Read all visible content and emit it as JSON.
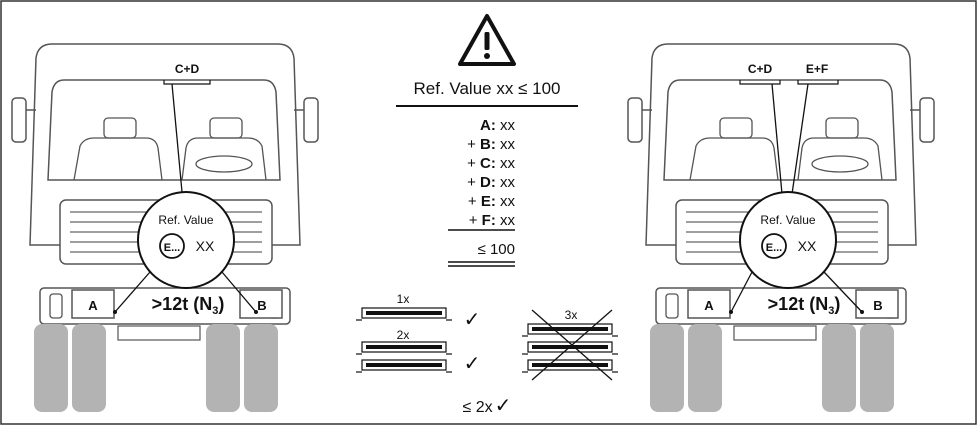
{
  "warning_icon": "warning-triangle-icon",
  "ref_heading": {
    "label": "Ref. Value xx",
    "condition": "≤ 100"
  },
  "sum_lines": [
    {
      "prefix": "",
      "key": "A:",
      "val": "xx"
    },
    {
      "prefix": "+",
      "key": "B:",
      "val": "xx"
    },
    {
      "prefix": "+",
      "key": "C:",
      "val": "xx"
    },
    {
      "prefix": "+",
      "key": "D:",
      "val": "xx"
    },
    {
      "prefix": "+",
      "key": "E:",
      "val": "xx"
    },
    {
      "prefix": "+",
      "key": "F:",
      "val": "xx"
    }
  ],
  "sum_total": "≤ 100",
  "left_truck": {
    "top_label": "C+D",
    "ref_value_label": "Ref. Value",
    "e_mark": "E...",
    "e_value": "XX",
    "plate_left": "A",
    "plate_center": ">12t (N",
    "plate_center_sub": "3",
    "plate_center_close": ")",
    "plate_right": "B"
  },
  "right_truck": {
    "top_label_1": "C+D",
    "top_label_2": "E+F",
    "ref_value_label": "Ref. Value",
    "e_mark": "E...",
    "e_value": "XX",
    "plate_left": "A",
    "plate_center": ">12t (N",
    "plate_center_sub": "3",
    "plate_center_close": ")",
    "plate_right": "B"
  },
  "lamp_allowed_1": {
    "count": "1x",
    "check": "✓"
  },
  "lamp_allowed_2": {
    "count": "2x",
    "check": "✓"
  },
  "lamp_not_allowed": {
    "count": "3x"
  },
  "lamp_rule": {
    "text": "≤ 2x",
    "check": "✓"
  }
}
